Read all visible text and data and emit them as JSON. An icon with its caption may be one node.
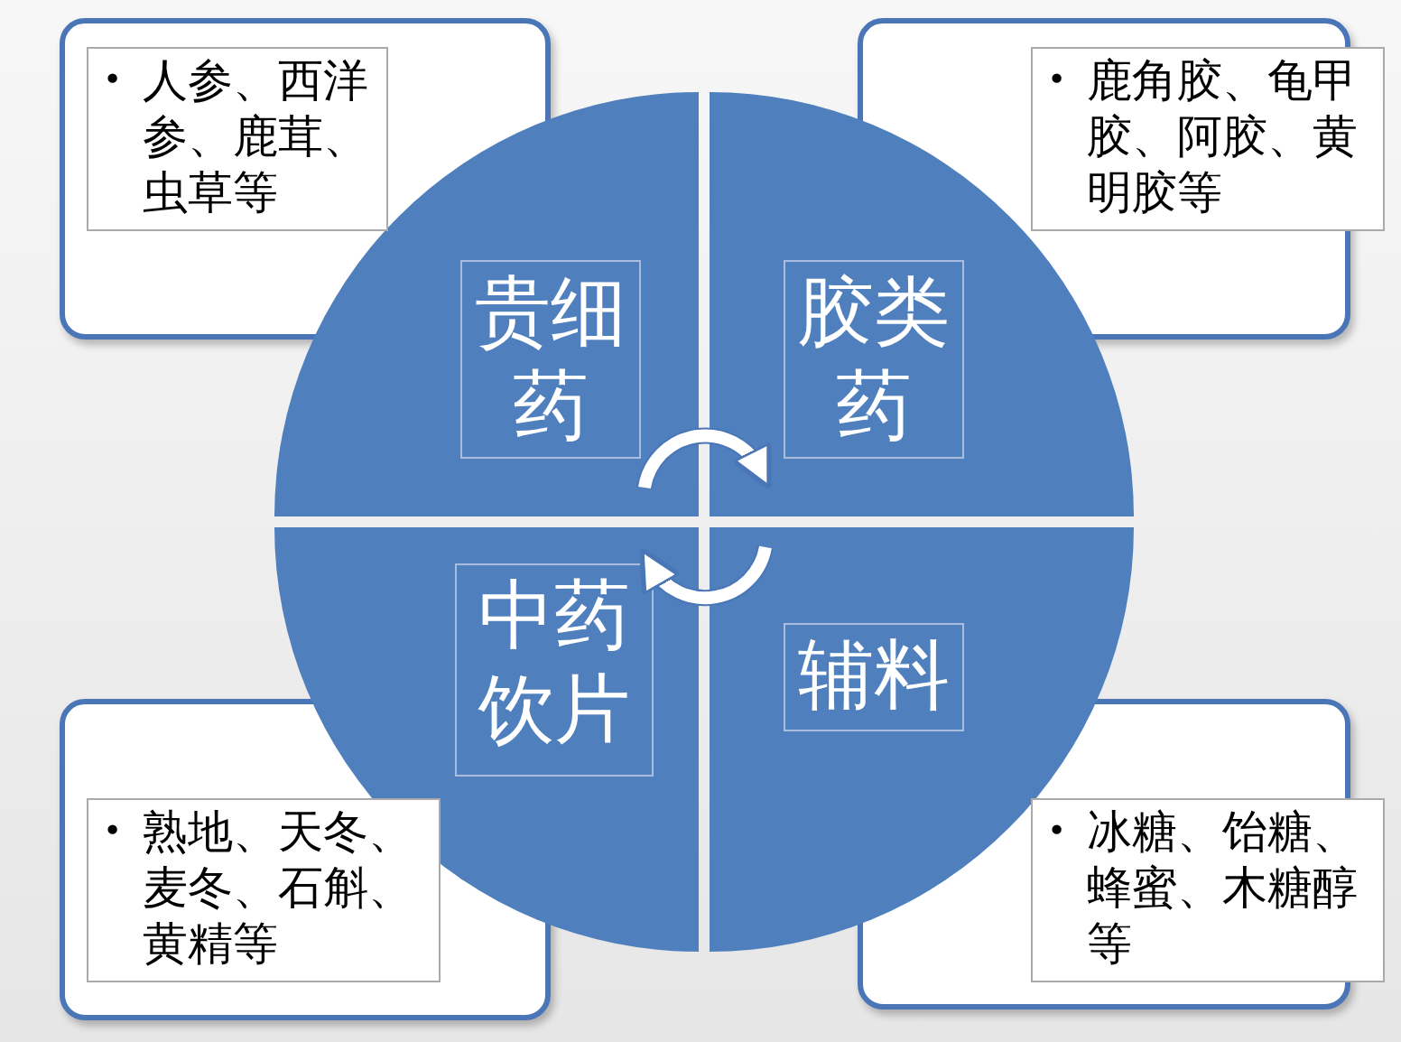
{
  "diagram": {
    "nodes": [
      {
        "text": [
          "•",
          "人参、西洋参、鹿茸、虫草等"
        ]
      },
      {
        "text": [
          "•",
          "鹿角胶、龟甲胶、阿胶、黄明胶等"
        ]
      },
      {
        "text": [
          "贵细药"
        ]
      },
      {
        "text": [
          "胶类药"
        ]
      },
      {
        "text": [
          "中药饮片"
        ]
      },
      {
        "text": [
          "辅料"
        ]
      },
      {
        "text": [
          "•",
          "熟地、天冬、麦冬、石斛、黄精等"
        ]
      },
      {
        "text": [
          "•",
          "冰糖、饴糖、蜂蜜、木糖醇等"
        ]
      }
    ],
    "edges": [
      {
        "from": 2,
        "to": 3,
        "arrow": "to"
      },
      {
        "from": 5,
        "to": 4,
        "arrow": "to"
      }
    ]
  }
}
